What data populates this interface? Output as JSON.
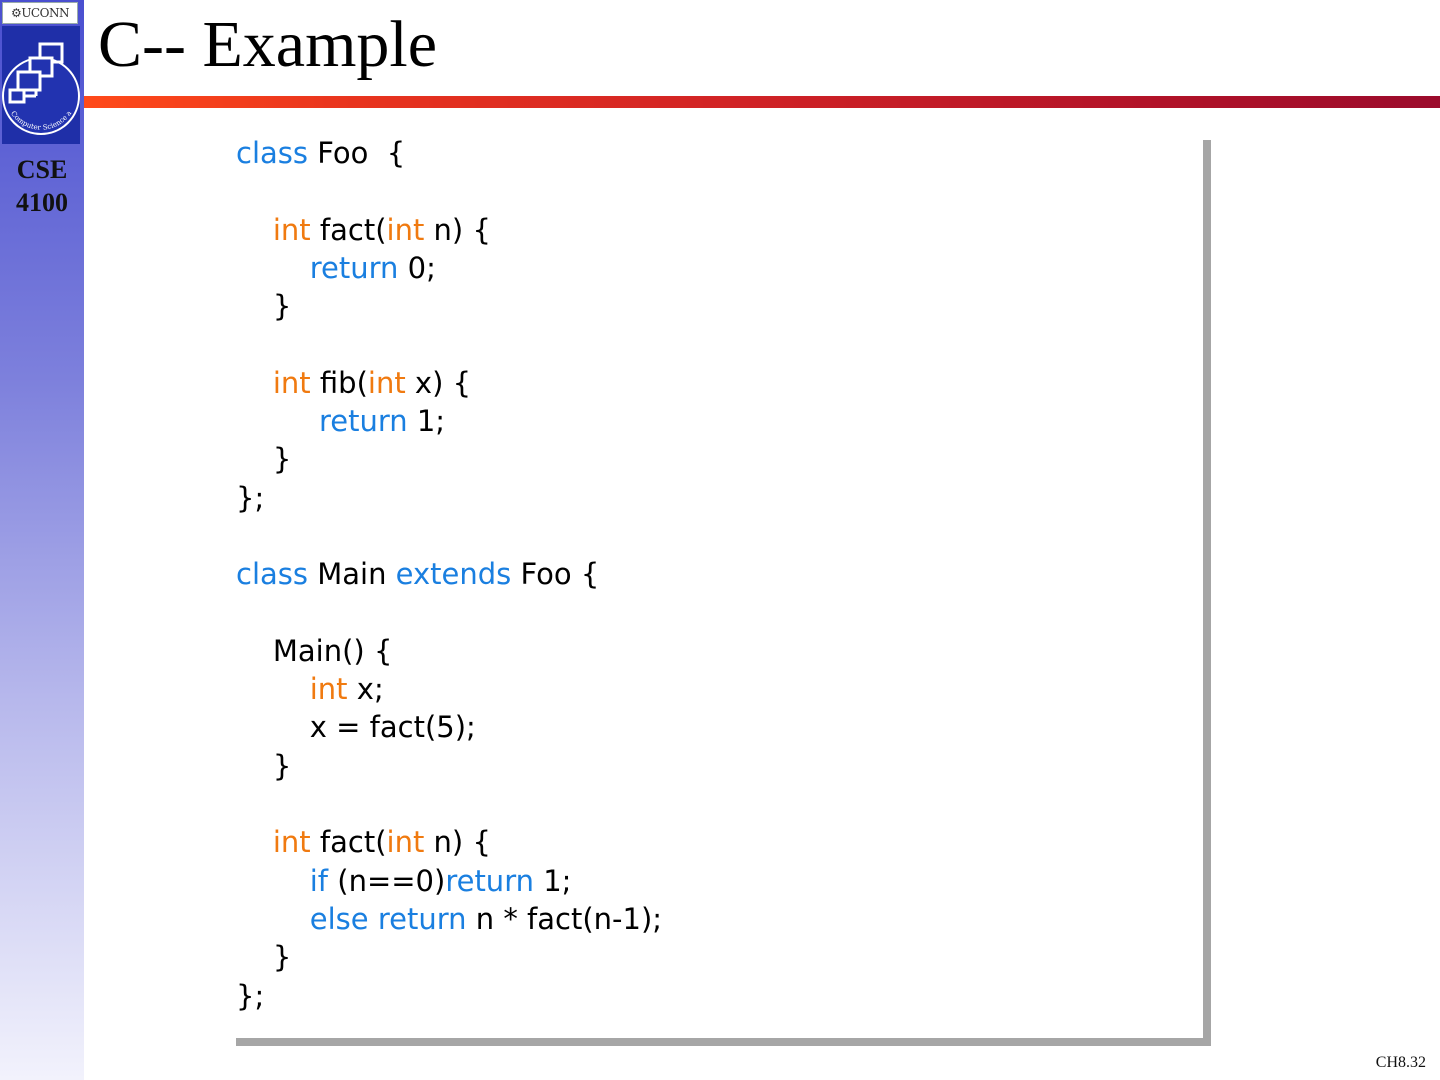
{
  "sidebar": {
    "university": "UCONN",
    "logo_icon": "computer-network-logo-icon",
    "logo_ring_text": "Computer Science and Engineering",
    "course_label": "CSE",
    "course_number": "4100"
  },
  "slide": {
    "title": "C-- Example",
    "number": "CH8.32"
  },
  "colors": {
    "keyword": "#1a7fe0",
    "type": "#f07a10",
    "rule_start": "#ff4a1a",
    "rule_end": "#9b0b2c"
  },
  "code": {
    "lines": [
      [
        {
          "t": "keyword",
          "v": "class"
        },
        {
          "t": "plain",
          "v": " Foo  {"
        }
      ],
      [],
      [
        {
          "t": "plain",
          "v": "    "
        },
        {
          "t": "type",
          "v": "int"
        },
        {
          "t": "plain",
          "v": " fact("
        },
        {
          "t": "type",
          "v": "int"
        },
        {
          "t": "plain",
          "v": " n) {"
        }
      ],
      [
        {
          "t": "plain",
          "v": "        "
        },
        {
          "t": "keyword",
          "v": "return"
        },
        {
          "t": "plain",
          "v": " 0;"
        }
      ],
      [
        {
          "t": "plain",
          "v": "    }"
        }
      ],
      [],
      [
        {
          "t": "plain",
          "v": "    "
        },
        {
          "t": "type",
          "v": "int"
        },
        {
          "t": "plain",
          "v": " fib("
        },
        {
          "t": "type",
          "v": "int"
        },
        {
          "t": "plain",
          "v": " x) {"
        }
      ],
      [
        {
          "t": "plain",
          "v": "         "
        },
        {
          "t": "keyword",
          "v": "return"
        },
        {
          "t": "plain",
          "v": " 1;"
        }
      ],
      [
        {
          "t": "plain",
          "v": "    }"
        }
      ],
      [
        {
          "t": "plain",
          "v": "};"
        }
      ],
      [],
      [
        {
          "t": "keyword",
          "v": "class"
        },
        {
          "t": "plain",
          "v": " Main "
        },
        {
          "t": "keyword",
          "v": "extends"
        },
        {
          "t": "plain",
          "v": " Foo {"
        }
      ],
      [],
      [
        {
          "t": "plain",
          "v": "    Main() {"
        }
      ],
      [
        {
          "t": "plain",
          "v": "        "
        },
        {
          "t": "type",
          "v": "int"
        },
        {
          "t": "plain",
          "v": " x;"
        }
      ],
      [
        {
          "t": "plain",
          "v": "        x = fact(5);"
        }
      ],
      [
        {
          "t": "plain",
          "v": "    }"
        }
      ],
      [],
      [
        {
          "t": "plain",
          "v": "    "
        },
        {
          "t": "type",
          "v": "int"
        },
        {
          "t": "plain",
          "v": " fact("
        },
        {
          "t": "type",
          "v": "int"
        },
        {
          "t": "plain",
          "v": " n) {"
        }
      ],
      [
        {
          "t": "plain",
          "v": "        "
        },
        {
          "t": "keyword",
          "v": "if"
        },
        {
          "t": "plain",
          "v": " (n==0)"
        },
        {
          "t": "keyword",
          "v": "return"
        },
        {
          "t": "plain",
          "v": " 1;"
        }
      ],
      [
        {
          "t": "plain",
          "v": "        "
        },
        {
          "t": "keyword",
          "v": "else"
        },
        {
          "t": "plain",
          "v": " "
        },
        {
          "t": "keyword",
          "v": "return"
        },
        {
          "t": "plain",
          "v": " n * fact(n-1);"
        }
      ],
      [
        {
          "t": "plain",
          "v": "    }"
        }
      ],
      [
        {
          "t": "plain",
          "v": "};"
        }
      ]
    ]
  }
}
